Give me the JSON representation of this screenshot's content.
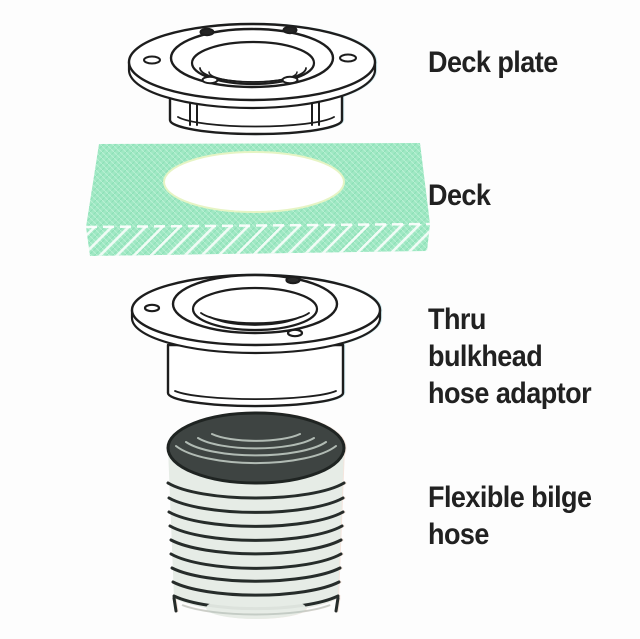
{
  "parts": [
    {
      "id": "deck-plate",
      "label": "Deck plate"
    },
    {
      "id": "deck",
      "label": "Deck"
    },
    {
      "id": "thru-bulkhead-hose-adaptor",
      "label": "Thru\nbulkhead\nhose adaptor"
    },
    {
      "id": "flexible-bilge-hose",
      "label": "Flexible bilge\nhose"
    }
  ],
  "colors": {
    "background": "#fdfdfd",
    "label_text": "#212121",
    "line_art": "#1d1d1d",
    "part_fill": "#ffffff",
    "deck_green": "#9fe8c3",
    "deck_thread_dark": "#7ed9ae",
    "deck_thread_light": "#ccf6e0",
    "deck_hatch_white": "#ffffff",
    "hose_interior": "#3e4442",
    "hose_body": "#e6ece6",
    "hose_ridge_line": "#262c2a",
    "interior_highlight": "#c6d0c8"
  }
}
